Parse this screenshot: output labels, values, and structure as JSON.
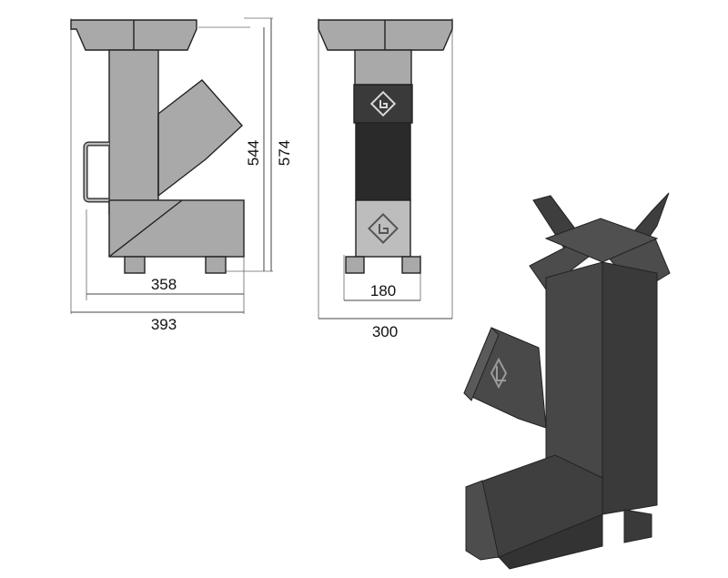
{
  "diagram": {
    "side_view": {
      "height_inner": "544",
      "height_outer": "574",
      "width_inner": "358",
      "width_outer": "393"
    },
    "front_view": {
      "width_inner": "180",
      "width_outer": "300"
    }
  },
  "colors": {
    "metal": "#a9a9a9",
    "dark_metal": "#2a2a2a",
    "render_body": "#3c3c3c",
    "render_face": "#4a4a4a"
  }
}
